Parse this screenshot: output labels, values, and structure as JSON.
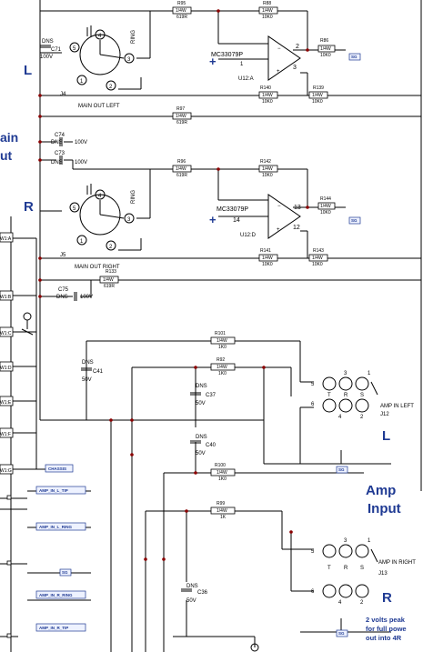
{
  "section_labels": {
    "L": "L",
    "R": "R",
    "main_out_frag1": "ain",
    "main_out_frag2": "ut",
    "amp_input_line1": "Amp",
    "amp_input_line2": "Input",
    "L_amp": "L",
    "R_amp": "R",
    "note_line1": "2 volts peak",
    "note_line2": "for full powe",
    "note_line3": "out into 4R"
  },
  "jacks": {
    "j4_name": "J4",
    "j4_label": "MAIN OUT LEFT",
    "j5_name": "J5",
    "j5_label": "MAIN OUT RIGHT",
    "ring": "RING",
    "j12_label": "AMP IN  LEFT",
    "j12_name": "J12",
    "j13_label": "AMP IN RIGHT",
    "j13_name": "J13",
    "t": "T",
    "r": "R",
    "s": "S"
  },
  "opamps": {
    "u_a_part": "MC33079P",
    "u_a_name": "U12:A",
    "u_a_pin1": "1",
    "u_a_pin2": "2",
    "u_a_pin3": "3",
    "u_d_part": "MC33079P",
    "u_d_name": "U12:D",
    "u_d_pin14": "14",
    "u_d_pin13": "13",
    "u_d_pin12": "12",
    "plus": "+"
  },
  "resistors": {
    "R95": {
      "name": "R95",
      "pw": "1/4W",
      "val": "619R"
    },
    "R88": {
      "name": "R88",
      "pw": "1/4W",
      "val": "10K0"
    },
    "R86": {
      "name": "R86",
      "pw": "1/4W",
      "val": "10K0"
    },
    "R140": {
      "name": "R140",
      "pw": "1/4W",
      "val": "10K0"
    },
    "R139": {
      "name": "R139",
      "pw": "1/4W",
      "val": "10K0"
    },
    "R97": {
      "name": "R97",
      "pw": "1/4W",
      "val": "619R"
    },
    "R96": {
      "name": "R96",
      "pw": "1/4W",
      "val": "619R"
    },
    "R142": {
      "name": "R142",
      "pw": "1/4W",
      "val": "10K0"
    },
    "R144": {
      "name": "R144",
      "pw": "1/4W",
      "val": "10K0"
    },
    "R141": {
      "name": "R141",
      "pw": "1/4W",
      "val": "10K0"
    },
    "R143": {
      "name": "R143",
      "pw": "1/4W",
      "val": "10K0"
    },
    "R133": {
      "name": "R133",
      "pw": "1/4W",
      "val": "619R"
    },
    "R101": {
      "name": "R101",
      "pw": "1/4W",
      "val": "1K0"
    },
    "R92": {
      "name": "R92",
      "pw": "1/4W",
      "val": "1K0"
    },
    "R100": {
      "name": "R100",
      "pw": "1/4W",
      "val": "1K0"
    },
    "R99": {
      "name": "R99",
      "pw": "1/4W",
      "val": "1K"
    }
  },
  "capacitors": {
    "C71": {
      "name": "C71",
      "kind": "DNS",
      "volt": "100V"
    },
    "C74": {
      "name": "C74",
      "kind": "DNS",
      "volt": "100V"
    },
    "C73": {
      "name": "C73",
      "kind": "DNS",
      "volt": "100V"
    },
    "C75": {
      "name": "C75",
      "kind": "DNS",
      "volt": "100V"
    },
    "C41": {
      "name": "C41",
      "kind": "DNS",
      "volt": "50V"
    },
    "C37": {
      "name": "C37",
      "kind": "DNS",
      "volt": "50V"
    },
    "C40": {
      "name": "C40",
      "kind": "DNS",
      "volt": "50V"
    },
    "C36": {
      "name": "C36",
      "kind": "DNS",
      "volt": "50V"
    }
  },
  "switch_labels": [
    "W1:A",
    "W1:B",
    "W1:C",
    "W1:D",
    "W1:E",
    "W1:F",
    "W1:G"
  ],
  "tags": {
    "sg": "SG",
    "chassis": "CHASSIS",
    "amp_in_l_tip": "AMP_IN_L_TIP",
    "amp_in_l_ring": "AMP_IN_L_RING",
    "amp_in_r_ring": "AMP_IN_R_RING",
    "amp_in_r_tip": "AMP_IN_R_TIP"
  },
  "pins": {
    "p1": "1",
    "p2": "2",
    "p3": "3",
    "p4": "4",
    "p5": "5",
    "p6": "6"
  }
}
